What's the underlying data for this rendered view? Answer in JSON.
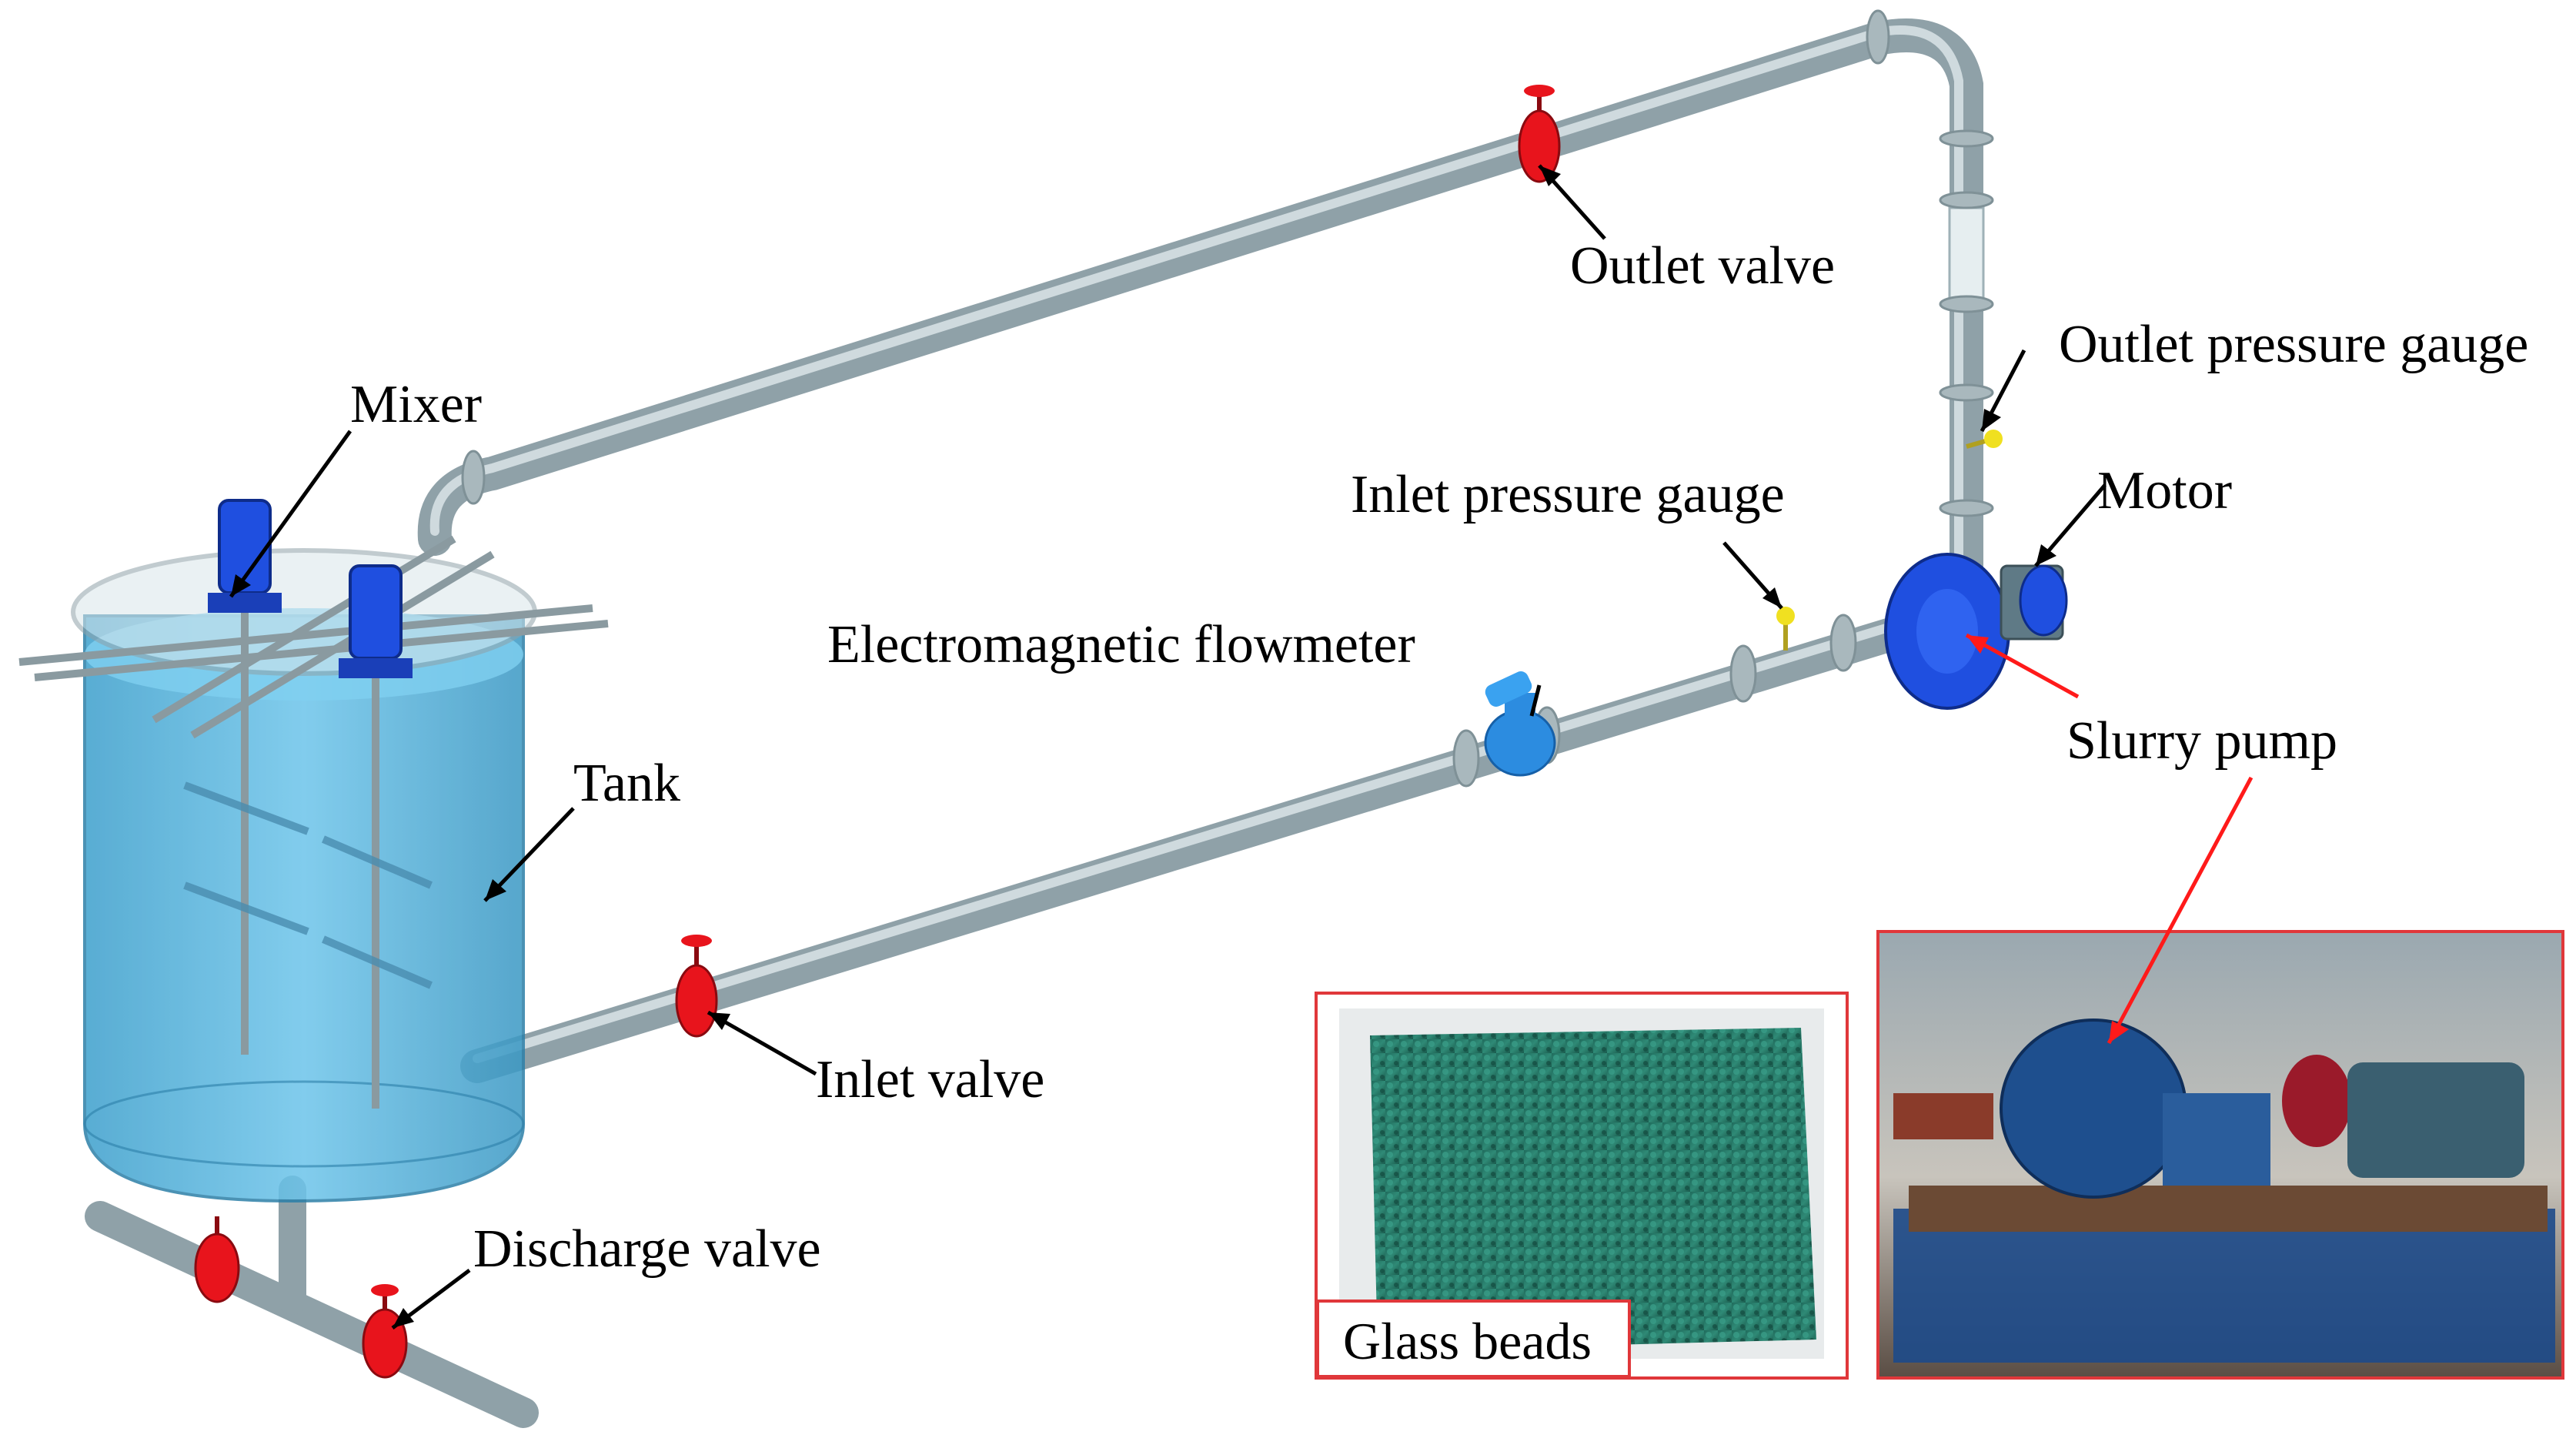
{
  "labels": {
    "mixer": "Mixer",
    "tank": "Tank",
    "outlet_valve": "Outlet valve",
    "outlet_pressure_gauge": "Outlet pressure gauge",
    "inlet_pressure_gauge": "Inlet pressure gauge",
    "motor": "Motor",
    "electromagnetic_flowmeter": "Electromagnetic flowmeter",
    "slurry_pump": "Slurry pump",
    "inlet_valve": "Inlet valve",
    "discharge_valve": "Discharge valve",
    "glass_beads": "Glass beads"
  },
  "colors": {
    "pipe": "#8fa1a8",
    "tank": "#4fb3dc",
    "valve": "#e8141c",
    "pump": "#1f4fe0",
    "gauge": "#f0e020",
    "photo_border": "#e0373a",
    "arrow_red": "#ff1a1a"
  }
}
